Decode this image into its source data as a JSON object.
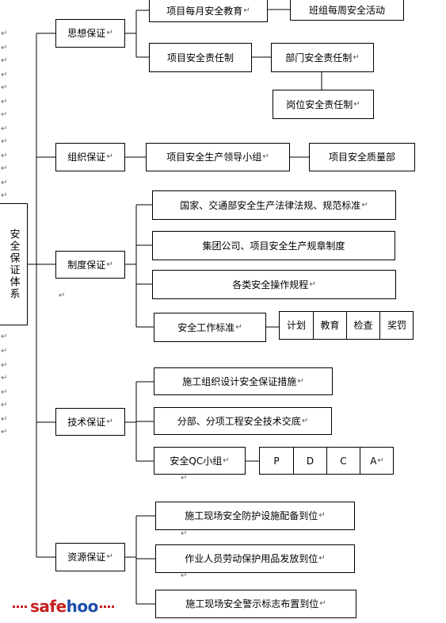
{
  "root": {
    "label": "安全保证体系"
  },
  "branches": {
    "thought": {
      "label": "思想保证",
      "items": [
        "项目每月安全教育",
        "班组每周安全活动",
        "项目安全责任制",
        "部门安全责任制",
        "岗位安全责任制"
      ]
    },
    "organization": {
      "label": "组织保证",
      "items": [
        "项目安全生产领导小组",
        "项目安全质量部"
      ]
    },
    "system": {
      "label": "制度保证",
      "items": [
        "国家、交通部安全生产法律法规、规范标准",
        "集团公司、项目安全生产规章制度",
        "各类安全操作规程",
        "安全工作标准"
      ],
      "standard_cells": [
        "计划",
        "教育",
        "检查",
        "奖罚"
      ]
    },
    "technical": {
      "label": "技术保证",
      "items": [
        "施工组织设计安全保证措施",
        "分部、分项工程安全技术交底",
        "安全QC小组"
      ],
      "qc_cells": [
        "P",
        "D",
        "C",
        "A"
      ]
    },
    "resource": {
      "label": "资源保证",
      "items": [
        "施工现场安全防护设施配备到位",
        "作业人员劳动保护用品发放到位",
        "施工现场安全警示标志布置到位"
      ]
    }
  },
  "paragraph_mark": "↵",
  "logo": {
    "text_a": "safe",
    "text_b": "hoo"
  }
}
